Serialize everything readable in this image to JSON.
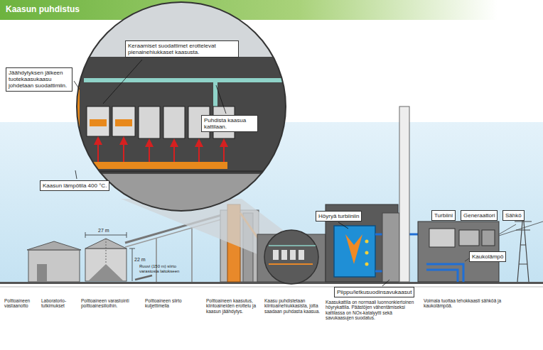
{
  "diagram": {
    "title": "Kaasun puhdistus",
    "nodes": [
      {
        "text": [
          "Keraamiset suodattimet erottelevat pienainehiukkaset kaasusta."
        ]
      },
      {
        "text": [
          "Jäähdytyksen jälkeen tuotekaasukaasu johdetaan suodattimiin."
        ]
      },
      {
        "text": [
          "Puhdista kaasua kattilaan."
        ]
      },
      {
        "text": [
          "Kaasun lämpötila 400 °C."
        ]
      },
      {
        "text": [
          "Höyryä turbiiniin"
        ]
      },
      {
        "text": [
          "Turbiini"
        ]
      },
      {
        "text": [
          "Generaattori"
        ]
      },
      {
        "text": [
          "Sähkö"
        ]
      },
      {
        "text": [
          "Kaukolämpö"
        ]
      },
      {
        "text": [
          "Piippu/letkusuodinsavukaasut"
        ]
      }
    ],
    "labels": [
      "27 m",
      "22 m",
      "Ruuvi (150 m) siirto varastosta laitokseen",
      "Polttoaineen vastaanotto",
      "Laboratorio-tutkimukset",
      "Polttoaineen varastointi polttoainesiiloihin.",
      "Polttoaineen siirto kuljettimella",
      "Polttoaineen kaasutus, kiintoaineiden erottelu ja kaasun jäähdytys.",
      "Kaasu puhdistetaan kiintoainehiukkasista, jotta saadaan puhdasta kaasua.",
      "Kaasukattila on normaali luonnonkiertoinen höyrykattila. Päästöjen vähentämiseksi kattilassa on NOx-katalyytti sekä savukaasujen suodatus.",
      "Voimala tuottaa tehokkaasti sähköä ja kaukolämpöä."
    ]
  }
}
